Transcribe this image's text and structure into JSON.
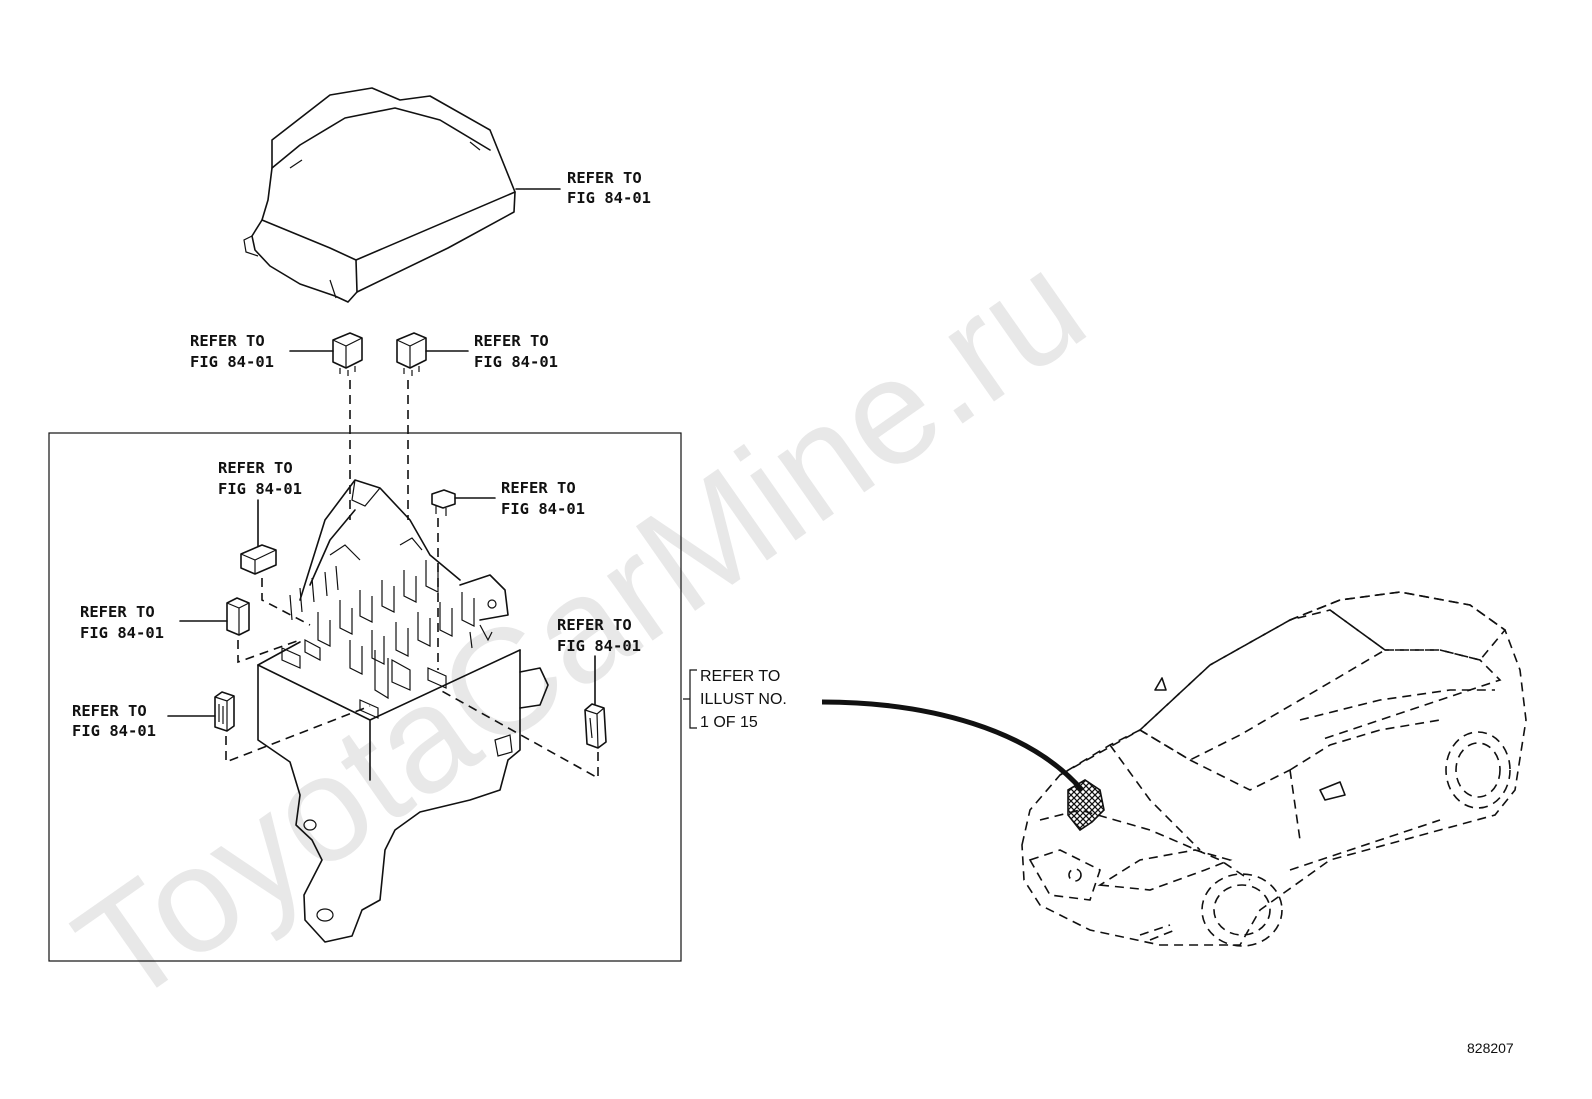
{
  "callouts": {
    "cover": [
      "REFER TO",
      "FIG 84-01"
    ],
    "relay_left": [
      "REFER TO",
      "FIG 84-01"
    ],
    "relay_right": [
      "REFER TO",
      "FIG 84-01"
    ],
    "relay_upper_left": [
      "REFER TO",
      "FIG 84-01"
    ],
    "fuse_upper_right": [
      "REFER TO",
      "FIG 84-01"
    ],
    "relay_mid_left": [
      "REFER TO",
      "FIG 84-01"
    ],
    "fuse_right": [
      "REFER TO",
      "FIG 84-01"
    ],
    "fuse_lower_left": [
      "REFER TO",
      "FIG 84-01"
    ]
  },
  "illust_ref": [
    "REFER TO",
    "ILLUST NO.",
    "1 OF 15"
  ],
  "watermark": "ToyotaCarMine.ru",
  "figure_number": "828207",
  "icons": {
    "cover": "fuse-box-cover-icon",
    "fuse_block": "fuse-block-icon",
    "relay": "relay-icon",
    "fuse": "fuse-icon",
    "car": "car-outline-icon",
    "location_marker": "hatched-location-icon"
  }
}
